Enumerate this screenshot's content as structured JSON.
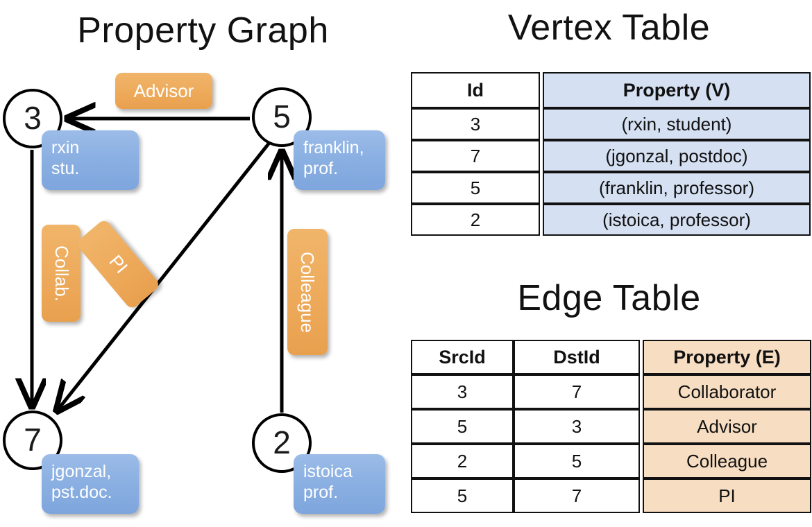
{
  "titles": {
    "property_graph": "Property Graph",
    "vertex_table": "Vertex Table",
    "edge_table": "Edge Table"
  },
  "graph": {
    "nodes": [
      {
        "id": "3",
        "label": "3",
        "property_lines": [
          "rxin",
          "stu."
        ]
      },
      {
        "id": "5",
        "label": "5",
        "property_lines": [
          "franklin,",
          "prof."
        ]
      },
      {
        "id": "7",
        "label": "7",
        "property_lines": [
          "jgonzal,",
          "pst.doc."
        ]
      },
      {
        "id": "2",
        "label": "2",
        "property_lines": [
          "istoica",
          "prof."
        ]
      }
    ],
    "edge_labels": [
      {
        "name": "advisor",
        "text": "Advisor",
        "orientation": "horizontal"
      },
      {
        "name": "collab",
        "text": "Collab.",
        "orientation": "vertical"
      },
      {
        "name": "pi",
        "text": "PI",
        "orientation": "diagonal"
      },
      {
        "name": "colleague",
        "text": "Colleague",
        "orientation": "vertical"
      }
    ],
    "edges": [
      {
        "src": "5",
        "dst": "3",
        "label": "Advisor"
      },
      {
        "src": "3",
        "dst": "7",
        "label": "Collab."
      },
      {
        "src": "5",
        "dst": "7",
        "label": "PI"
      },
      {
        "src": "2",
        "dst": "5",
        "label": "Colleague"
      }
    ]
  },
  "vertex_table": {
    "headers": [
      "Id",
      "Property (V)"
    ],
    "rows": [
      {
        "id": "3",
        "property": "(rxin, student)"
      },
      {
        "id": "7",
        "property": "(jgonzal, postdoc)"
      },
      {
        "id": "5",
        "property": "(franklin, professor)"
      },
      {
        "id": "2",
        "property": "(istoica, professor)"
      }
    ]
  },
  "edge_table": {
    "headers": [
      "SrcId",
      "DstId",
      "Property (E)"
    ],
    "rows": [
      {
        "src": "3",
        "dst": "7",
        "property": "Collaborator"
      },
      {
        "src": "5",
        "dst": "3",
        "property": "Advisor"
      },
      {
        "src": "2",
        "dst": "5",
        "property": "Colleague"
      },
      {
        "src": "5",
        "dst": "7",
        "property": "PI"
      }
    ]
  },
  "colors": {
    "vertex_property_fill": "#8bb0e2",
    "edge_label_fill": "#eeab5c",
    "vertex_table_property_fill": "#d5e0f2",
    "edge_table_property_fill": "#f7ddc2",
    "stroke": "#000000",
    "background": "#ffffff"
  }
}
